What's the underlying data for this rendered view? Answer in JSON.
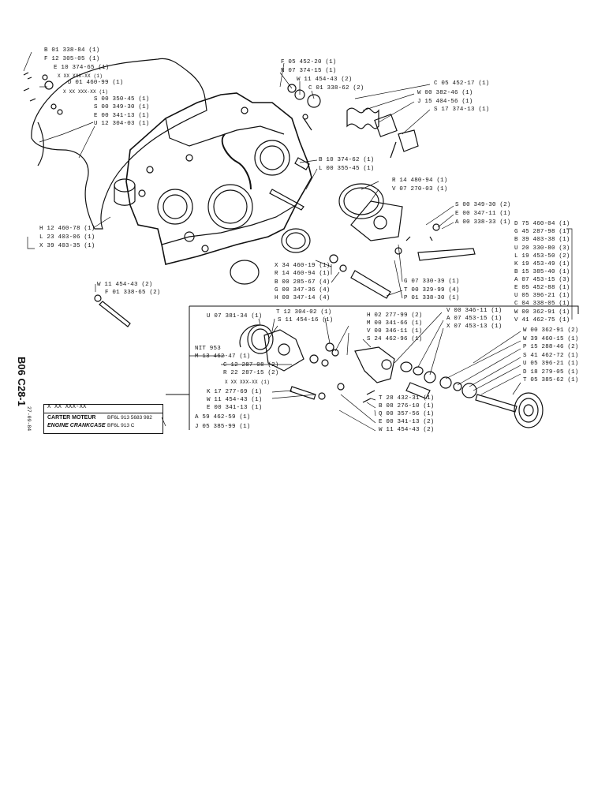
{
  "sheet": {
    "code": "B06 C28-1",
    "date": "27-09-84",
    "title_code": "X XX XXX-XX",
    "title_fr": "CARTER MOTEUR",
    "title_en": "ENGINE CRANKCASE",
    "ref_fr": "BF6L 913 5683 982",
    "ref_en": "BF6L 913 C"
  },
  "parts": {
    "tl1": "B 01 338-84 (1)",
    "tl2": "F 12 305-05 (1)",
    "tl3": "E 10 374-65 (1)",
    "tl4": "X XX XXX-XX (1)",
    "tl5": "D 01 460-99 (1)",
    "tl6": "X XX XXX-XX (1)",
    "tl7": "S 00 350-45 (1)",
    "tl8": "S 00 349-30 (1)",
    "tl9": "E 00 341-13 (1)",
    "tl10": "U 12 304-03 (1)",
    "tm1": "F 05 452-20 (1)",
    "tm2": "N 07 374-15 (1)",
    "tm3": "W 11 454-43 (2)",
    "tm4": "C 01 338-62 (2)",
    "tr1": "C 05 452-17 (1)",
    "tr2": "W 00 382-46 (1)",
    "tr3": "J 15 404-56 (1)",
    "tr4": "S 17 374-13 (1)",
    "m1": "B 10 374-62 (1)",
    "m2": "L 00 355-45 (1)",
    "m3": "R 14 480-94 (1)",
    "m4": "V 07 270-03 (1)",
    "r1": "S 00 349-30 (2)",
    "r2": "E 00 347-11 (1)",
    "r3": "A 00 338-33 (1)",
    "l1": "H 12 460-78 (1)",
    "l2": "L 23 403-06 (1)",
    "l3": "X 39 403-35 (1)",
    "c1": "X 34 460-19 (1)",
    "c2": "R 14 460-94 (1)",
    "c3": "B 00 285-67 (4)",
    "c4": "G 00 347-36 (4)",
    "c5": "H 00 347-14 (4)",
    "c6": "G 07 330-39 (1)",
    "c7": "T 00 329-99 (4)",
    "c8": "P 01 338-30 (1)",
    "w1": "W 11 454-43 (2)",
    "w2": "F 01 338-65 (2)",
    "rb": [
      "D 75 460-04 (1)",
      "G 45 287-98 (1)",
      "B 39 403-38 (1)",
      "U 20 330-80 (3)",
      "L 19 453-50 (2)",
      "K 19 453-49 (1)",
      "B 15 385-40 (1)",
      "A 07 453-15 (3)",
      "E 05 452-88 (1)",
      "U 05 396-21 (1)",
      "C 04 338-05 (1)",
      "W 00 362-91 (1)",
      "V 41 462-75 (1)"
    ],
    "b1": "U 07 381-34 (1)",
    "b2": "T 12 304-02 (1)",
    "b3": "S 11 454-16 (1)",
    "b4": "NIT 953",
    "b5": "M 13 462-47 (1)",
    "b6": "C 12 287-08 (2)",
    "b7": "R 22 287-15 (2)",
    "b8": "X XX XXX-XX (1)",
    "b9": "K 17 277-69 (1)",
    "b10": "W 11 454-43 (1)",
    "b11": "E 00 341-13 (1)",
    "b12": "A 59 462-59 (1)",
    "b13": "J 05 385-99 (1)",
    "bm1": "H 02 277-99 (2)",
    "bm2": "M 00 341-66 (1)",
    "bm3": "V 00 346-11 (1)",
    "bm4": "S 24 462-96 (1)",
    "bm5": "V 00 346-11 (1)",
    "bm6": "A 07 453-15 (1)",
    "bm7": "X 07 453-13 (1)",
    "bm8": "T 28 432-31 (1)",
    "bm9": "B 08 276-10 (1)",
    "bm10": "Q 00 357-56 (1)",
    "bm11": "E 00 341-13 (2)",
    "bm12": "W 11 454-43 (2)",
    "br1": "W 00 362-91 (2)",
    "br2": "W 39 460-15 (1)",
    "br3": "P 15 288-46 (2)",
    "br4": "S 41 462-72 (1)",
    "br5": "U 05 396-21 (1)",
    "br6": "D 18 279-05 (1)",
    "br7": "T 05 385-62 (1)"
  }
}
